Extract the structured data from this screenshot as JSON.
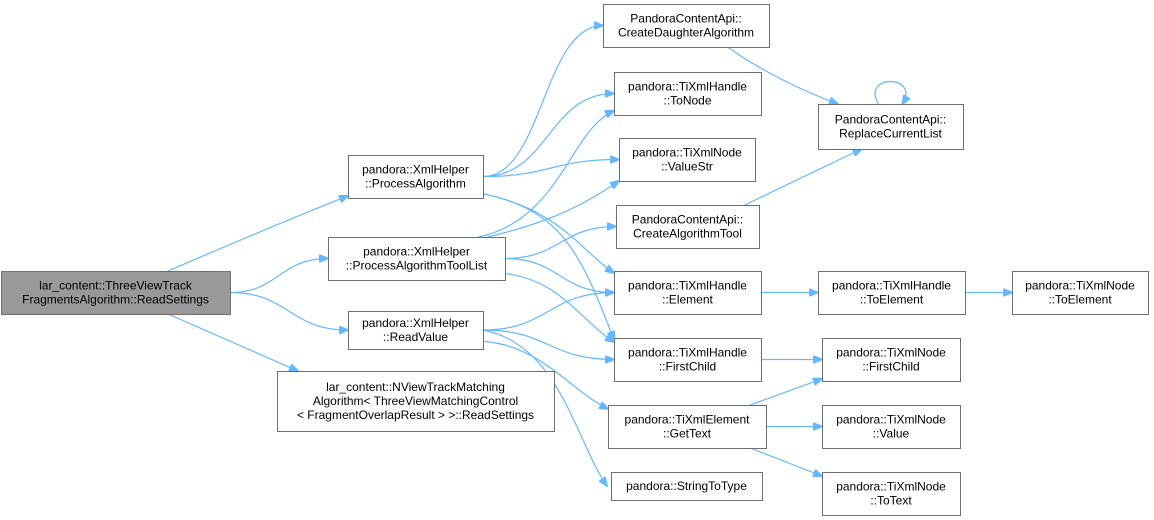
{
  "nodes": {
    "root": [
      "lar_content::ThreeViewTrack",
      "FragmentsAlgorithm::ReadSettings"
    ],
    "xmlProcessAlgorithm": [
      "pandora::XmlHelper",
      "::ProcessAlgorithm"
    ],
    "xmlProcessToolList": [
      "pandora::XmlHelper",
      "::ProcessAlgorithmToolList"
    ],
    "xmlReadValue": [
      "pandora::XmlHelper",
      "::ReadValue"
    ],
    "nviewReadSettings": [
      "lar_content::NViewTrackMatching",
      "Algorithm< ThreeViewMatchingControl",
      "< FragmentOverlapResult > >::ReadSettings"
    ],
    "createDaughter": [
      "PandoraContentApi::",
      "CreateDaughterAlgorithm"
    ],
    "handleToNode": [
      "pandora::TiXmlHandle",
      "::ToNode"
    ],
    "nodeValueStr": [
      "pandora::TiXmlNode",
      "::ValueStr"
    ],
    "createTool": [
      "PandoraContentApi::",
      "CreateAlgorithmTool"
    ],
    "handleElement": [
      "pandora::TiXmlHandle",
      "::Element"
    ],
    "handleFirstChild": [
      "pandora::TiXmlHandle",
      "::FirstChild"
    ],
    "elementGetText": [
      "pandora::TiXmlElement",
      "::GetText"
    ],
    "stringToType": [
      "pandora::StringToType"
    ],
    "replaceList": [
      "PandoraContentApi::",
      "ReplaceCurrentList"
    ],
    "handleToElement": [
      "pandora::TiXmlHandle",
      "::ToElement"
    ],
    "nodeToElement": [
      "pandora::TiXmlNode",
      "::ToElement"
    ],
    "nodeFirstChild": [
      "pandora::TiXmlNode",
      "::FirstChild"
    ],
    "nodeValue": [
      "pandora::TiXmlNode",
      "::Value"
    ],
    "nodeToText": [
      "pandora::TiXmlNode",
      "::ToText"
    ]
  },
  "edges": [
    [
      "root",
      "xmlProcessAlgorithm"
    ],
    [
      "root",
      "xmlProcessToolList"
    ],
    [
      "root",
      "xmlReadValue"
    ],
    [
      "root",
      "nviewReadSettings"
    ],
    [
      "xmlProcessAlgorithm",
      "createDaughter"
    ],
    [
      "xmlProcessAlgorithm",
      "handleToNode"
    ],
    [
      "xmlProcessAlgorithm",
      "nodeValueStr"
    ],
    [
      "xmlProcessAlgorithm",
      "handleElement"
    ],
    [
      "xmlProcessAlgorithm",
      "handleFirstChild"
    ],
    [
      "xmlProcessToolList",
      "handleToNode"
    ],
    [
      "xmlProcessToolList",
      "nodeValueStr"
    ],
    [
      "xmlProcessToolList",
      "createTool"
    ],
    [
      "xmlProcessToolList",
      "handleElement"
    ],
    [
      "xmlProcessToolList",
      "handleFirstChild"
    ],
    [
      "xmlReadValue",
      "handleElement"
    ],
    [
      "xmlReadValue",
      "handleFirstChild"
    ],
    [
      "xmlReadValue",
      "elementGetText"
    ],
    [
      "xmlReadValue",
      "stringToType"
    ],
    [
      "createDaughter",
      "replaceList"
    ],
    [
      "createTool",
      "replaceList"
    ],
    [
      "replaceList",
      "replaceList"
    ],
    [
      "handleElement",
      "handleToElement"
    ],
    [
      "handleToElement",
      "nodeToElement"
    ],
    [
      "handleFirstChild",
      "nodeFirstChild"
    ],
    [
      "elementGetText",
      "nodeFirstChild"
    ],
    [
      "elementGetText",
      "nodeValue"
    ],
    [
      "elementGetText",
      "nodeToText"
    ]
  ],
  "colors": {
    "edge": "#63b8ff",
    "node_border": "#6e6e6e",
    "root_fill": "#999999",
    "node_fill": "#ffffff"
  }
}
